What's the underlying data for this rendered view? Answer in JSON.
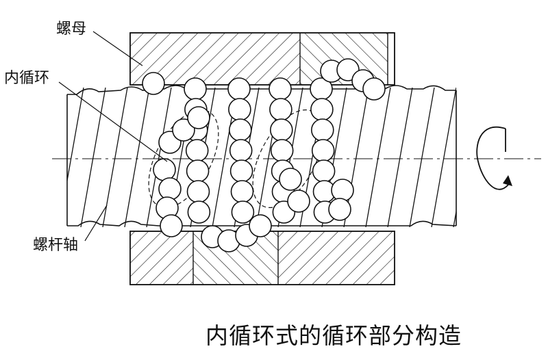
{
  "labels": {
    "nut": "螺母",
    "internal_circulation": "内循环",
    "screw_shaft": "螺杆轴"
  },
  "caption": "内循环式的循环部分构造",
  "colors": {
    "line": "#111111",
    "background": "#ffffff"
  }
}
